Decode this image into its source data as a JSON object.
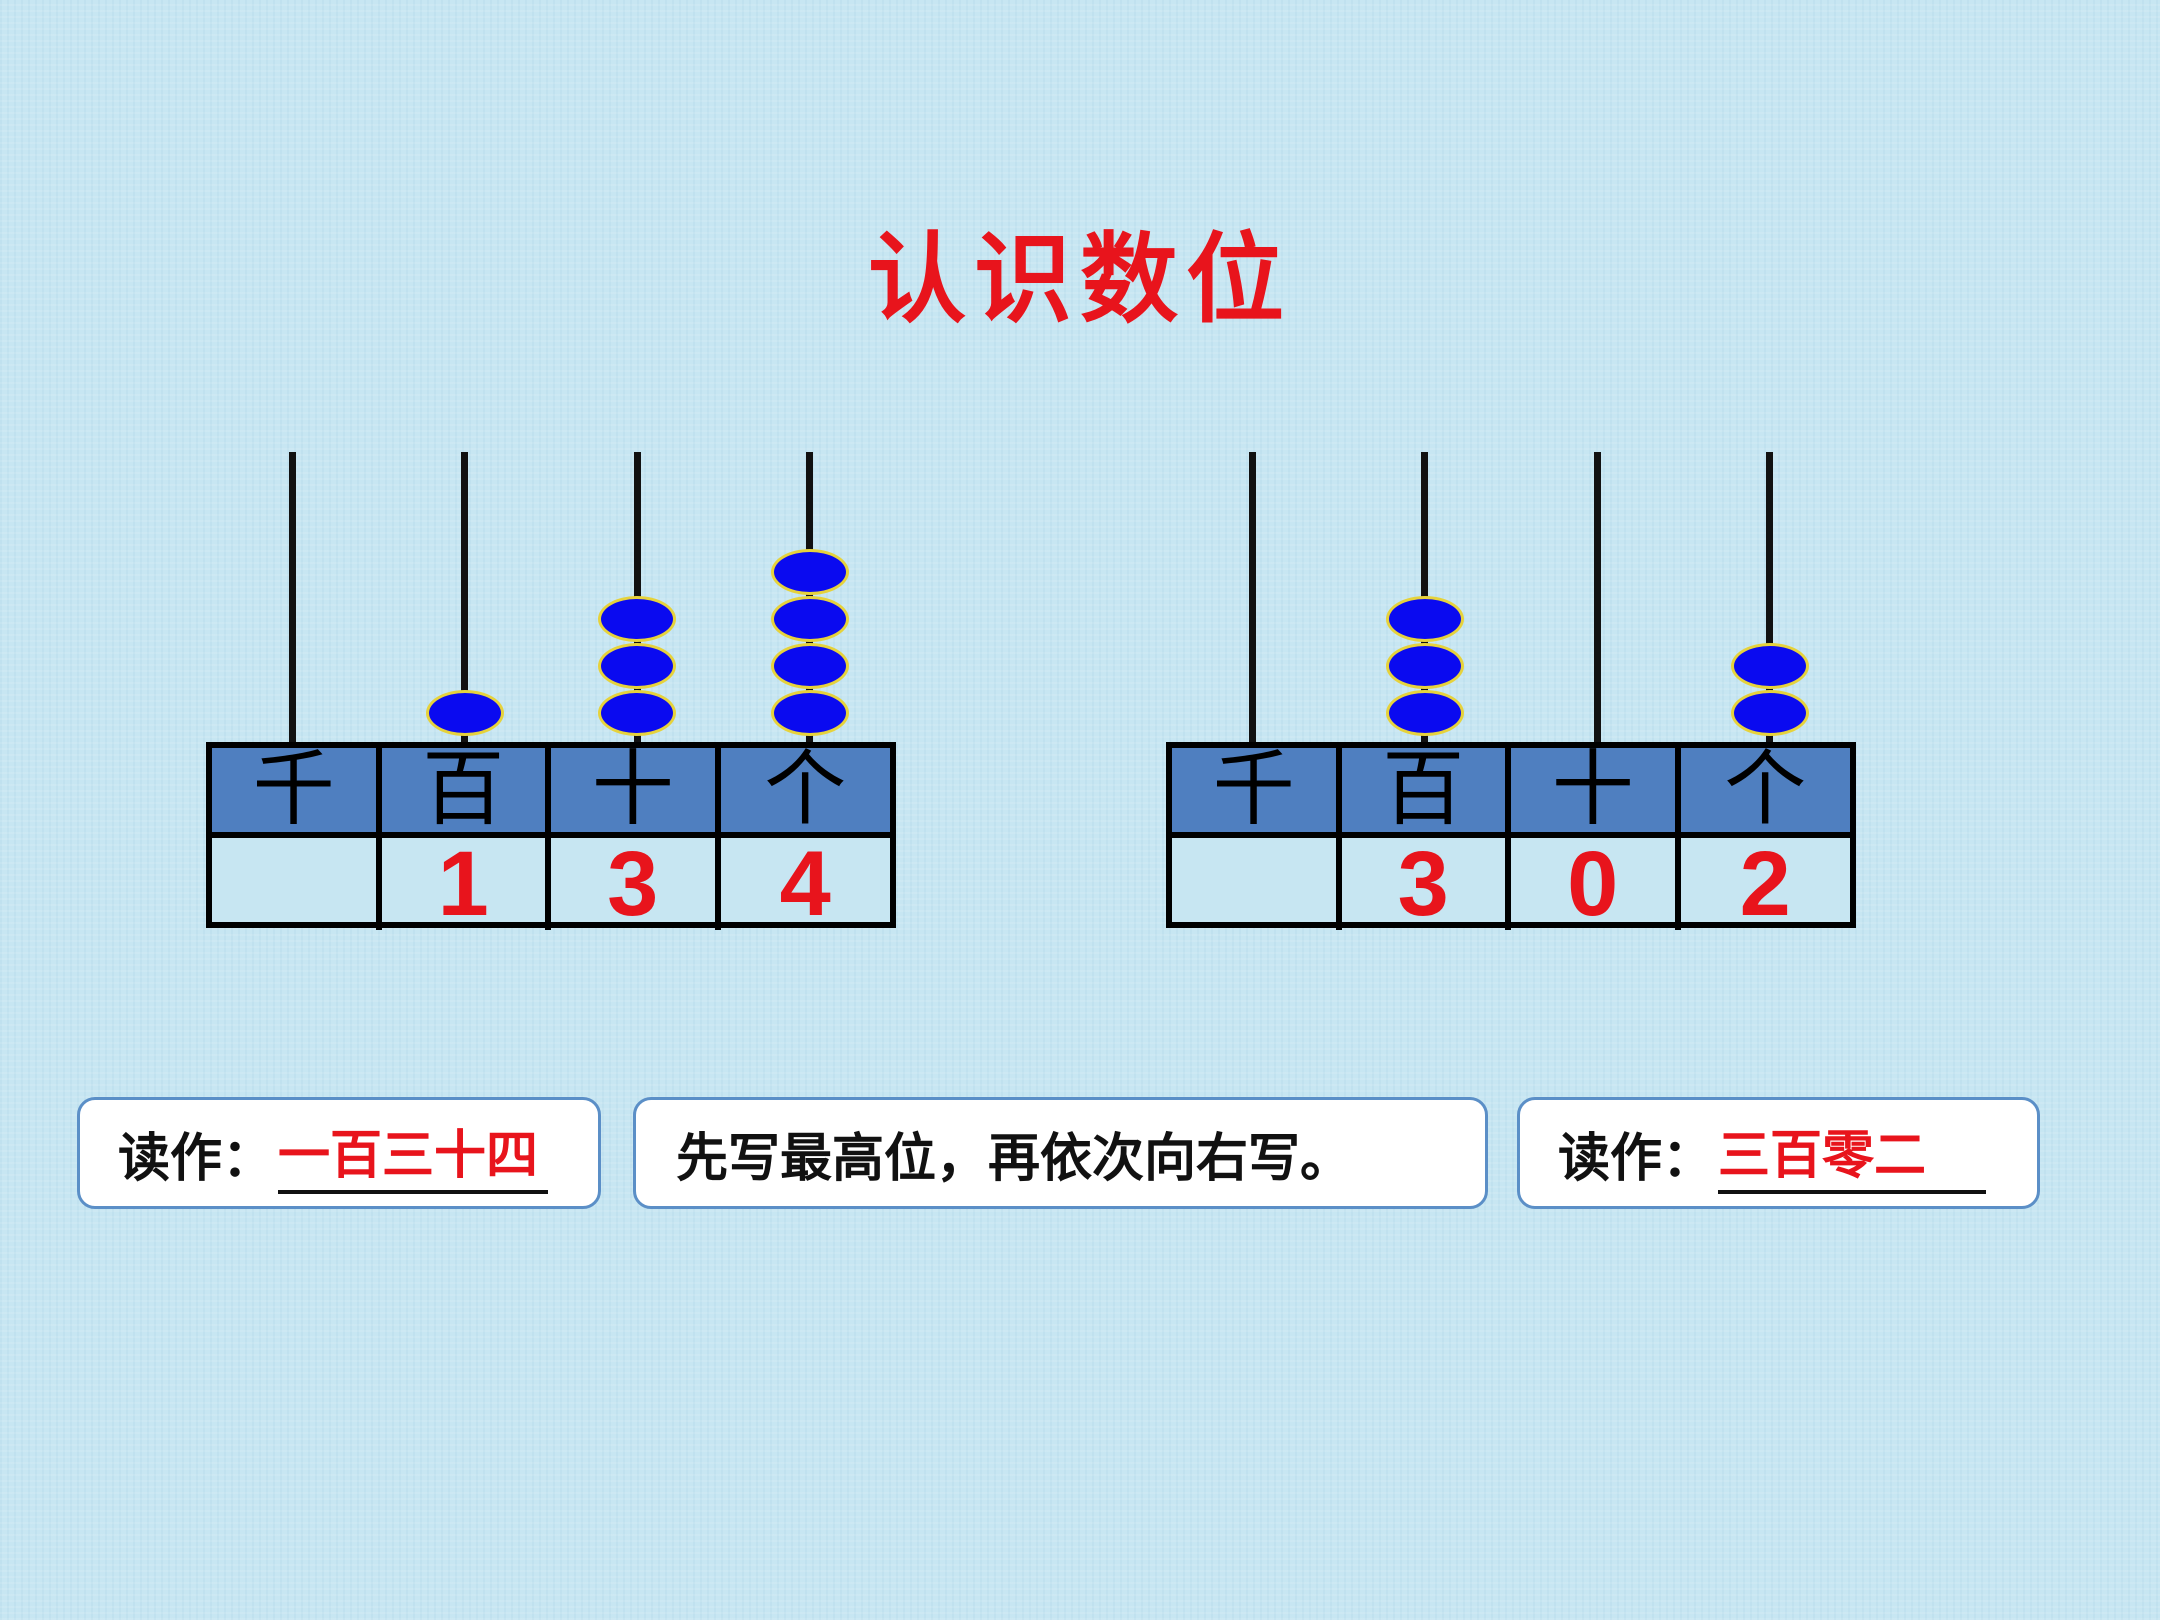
{
  "title": "认识数位",
  "abaci": [
    {
      "places": [
        "千",
        "百",
        "十",
        "个"
      ],
      "beads": [
        0,
        1,
        3,
        4
      ],
      "digits": [
        "",
        "1",
        "3",
        "4"
      ]
    },
    {
      "places": [
        "千",
        "百",
        "十",
        "个"
      ],
      "beads": [
        0,
        3,
        0,
        2
      ],
      "digits": [
        "",
        "3",
        "0",
        "2"
      ]
    }
  ],
  "left_box": {
    "label": "读作：",
    "answer": "一百三十四"
  },
  "middle_box": {
    "text": "先写最高位，再依次向右写。"
  },
  "right_box": {
    "label": "读作：",
    "answer": "三百零二"
  },
  "colors": {
    "title": "#e8141c",
    "bead": "#0a0af0",
    "bead_outline": "#e6d23c",
    "header_cell": "#4f7fc0",
    "digit": "#e8141c",
    "background": "#c7e6f2"
  }
}
